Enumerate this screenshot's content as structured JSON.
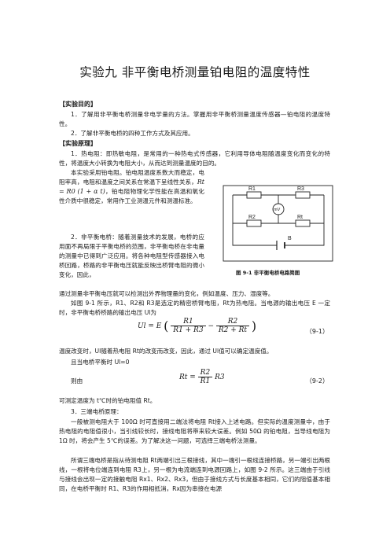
{
  "title": "实验九  非平衡电桥测量铂电阻的温度特性",
  "sections": {
    "purpose_heading": "【实验目的】",
    "purpose_1": "1．了解用非平衡电桥测量非电学量的方法。掌握用非平衡桥测量温度传感器—铂电阻的温度特性。",
    "purpose_2": "2．了解非平衡电桥的四种工作方式及其应用。",
    "principle_heading": "【实验原理】",
    "p1a": "1．热电阻：即热敏电阻，是常用的一种热电式传感器，它利用导体电阻随温度变化而变化的特性，将温度大小转换为电阻大小，从而达到测量温度的目的。",
    "p1b": "本实验采用铂电阻。铂电阻温度系数大而稳定，电阻率高，电阻和温度之间关系在常温下呈线性关系，",
    "p1b_formula": "Rt = R0 (1 + α t)",
    "p1b_tail": "，铂电阻物理化学性能在高温和氧化性介质中很稳定，常用作工业测温元件和测温标准。",
    "p2a": "2．非平衡电桥：随着测量技术的发展，电桥的应用面不再局限于平衡电桥的范围，非平衡电桥在非电量的测量中已得到广泛应用。将各种电阻型传感器接入电桥回路，桥路的非平衡电压就能反映出桥臂电阻的微小变化，因此，",
    "p2b": "通过测量非平衡电压就可以检测出外界物理量的变化，例如温度、压力、湿度等。",
    "p3": "如图 9-1 所示，R1、R2和 R3是选定的精密桥臂电阻，Rt为热电阻。当电源的输出电压 E 一定时，非平衡电桥桥路的输出电压 Ul为",
    "eq1_num": "（9-1）",
    "p4": "温度改变时，Ul随着热电阻 Rt的改变而改变，因此，通过 Ul值可以确定温度值。",
    "p5": "且当电桥平衡时 Ul=0",
    "p6_label": "则由",
    "eq2_num": "（9-2）",
    "p7": "可测定温度为 t℃时的铂电阻值 Rt。",
    "p8": "3．三端电桥原理：",
    "p9": "一般被测电阻大于 100Ω 时可直接用二端法将电阻 Rt接入上述电路。但实际的温度测量中，由于热电阻的电阻值很小，当引线较长时，接线电阻将带来较大误差。例如 50Ω 的铂电阻，当导线电阻为 1Ω 时，将会产生 5℃的误差。为了解决这一问题，可选择三端电桥法测量。",
    "p10": "所谓三端电桥是指从待测电阻 Rt两端引出三根接线，其中一端引一根线连接桥路，另一端引出两根线，一根将电位端连到电阻 R3上，另一根为电流端连到电源回路上，如图 9-2 所示。这三端由于引线与接线会出现一定的接触电阻 Rx1、Rx2、Rx3，但由于接线方式与长度基本相同，它们的阻值基本相同，在电桥平衡时 R1、R3的作用相抵消，Rx因为串接在电源"
  },
  "equations": {
    "eq1_lhs": "Ul = E",
    "eq1_f1_num": "R1",
    "eq1_f1_den": "R1 + R3",
    "eq1_minus": "−",
    "eq1_f2_num": "R2",
    "eq1_f2_den": "R2 + Rt",
    "eq2_lhs": "Rt =",
    "eq2_num": "R2",
    "eq2_den": "R1",
    "eq2_tail": "R3"
  },
  "figure": {
    "caption": "图 9-1   非平衡电桥电路简图",
    "labels": {
      "r1": "R1",
      "r2": "R2",
      "r3": "R3",
      "rt": "Rt",
      "meter": "mV",
      "battery": "B"
    }
  }
}
